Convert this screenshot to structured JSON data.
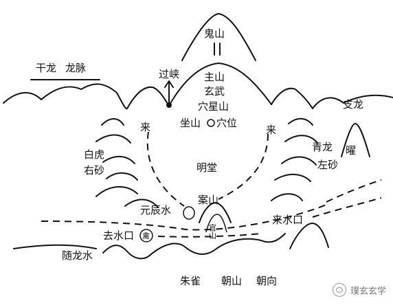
{
  "labels": {
    "ghost_mountain": "鬼山",
    "gan_long": "干龙",
    "long_mai": "龙脉",
    "guo_xia": "过峡",
    "zhu_shan": "主山",
    "xuan_wu": "玄武",
    "xue_xing_shan": "穴星山",
    "zuo_shan": "坐山",
    "xue_wei": "穴位",
    "zhi_long": "支龙",
    "lai_left": "来",
    "lai_right": "来",
    "bai_hu": "白虎",
    "you_sha": "右砂",
    "qing_long": "青龙",
    "zuo_sha": "左砂",
    "yao": "曜",
    "ming_tang": "明堂",
    "an_shan": "案山",
    "guan_shan": "官山",
    "yuan_chen_shui": "元辰水",
    "qu_shui_kou": "去水口",
    "qin": "禽",
    "lai_shui_kou": "来水口",
    "sui_long_shui": "随龙水",
    "zhu_que": "朱雀",
    "chao_shan": "朝山",
    "chao_xiang": "朝向"
  },
  "watermark": {
    "text": "璞玄玄学"
  }
}
